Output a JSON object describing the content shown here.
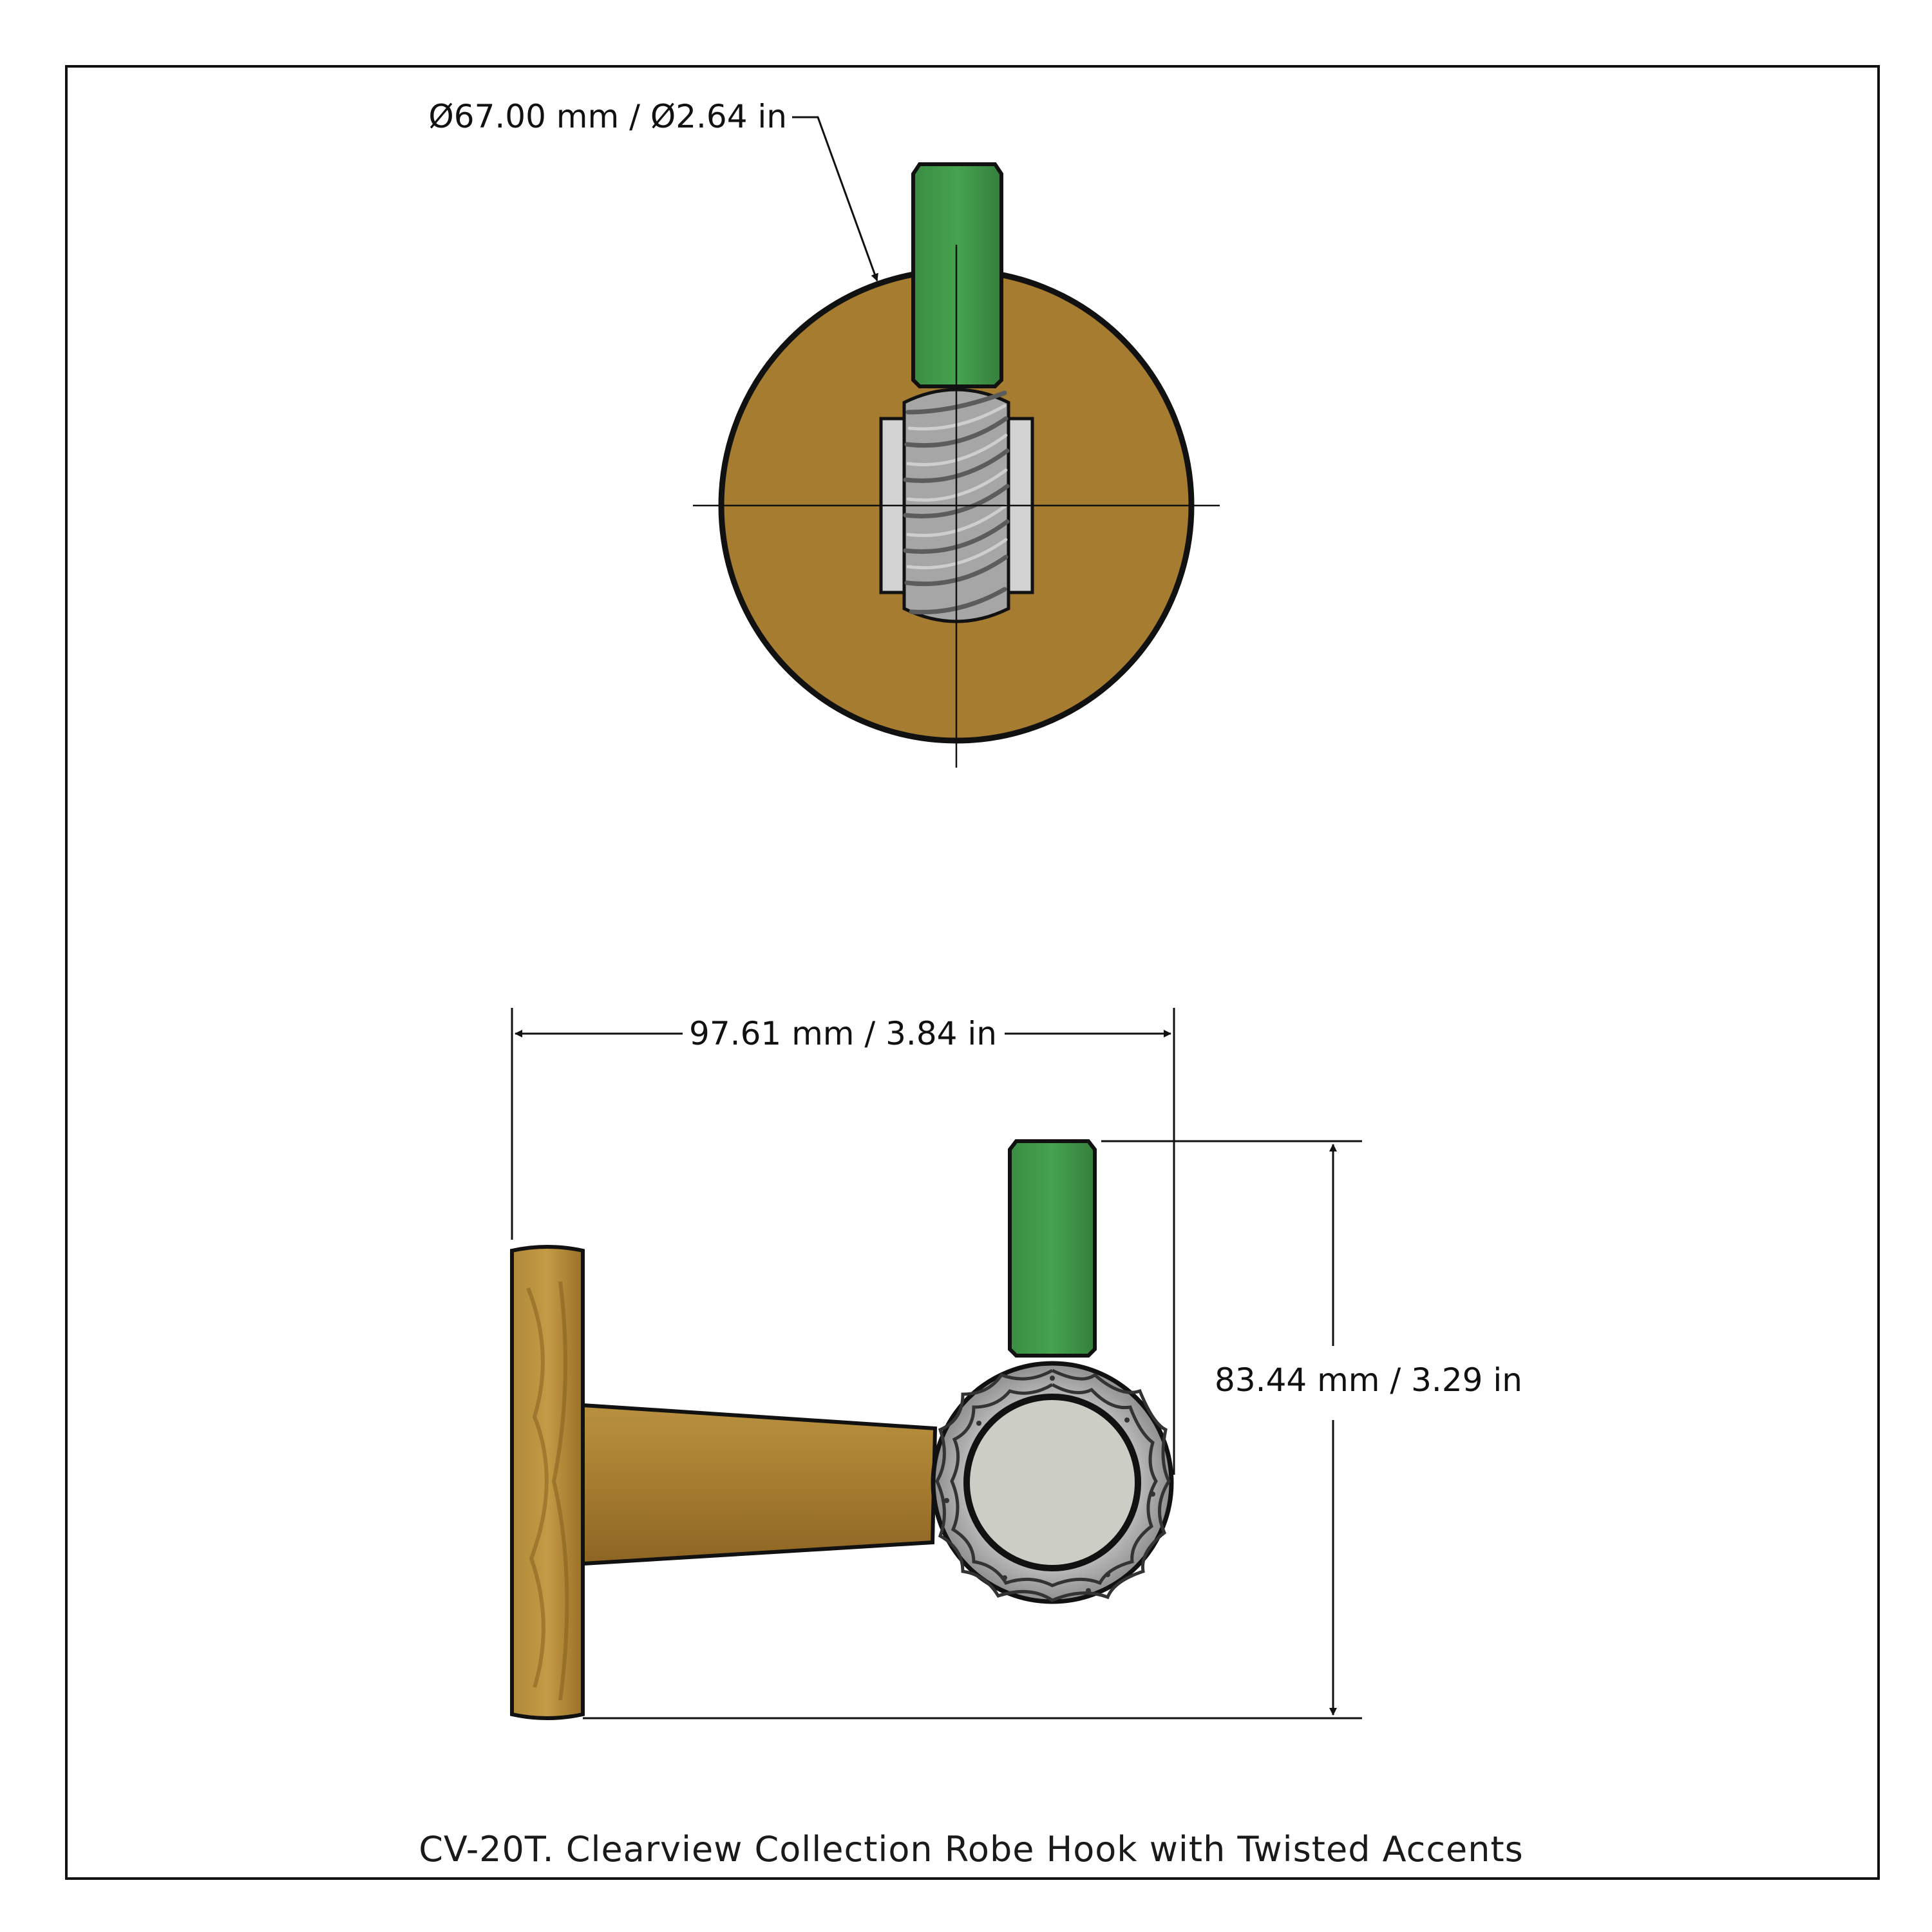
{
  "top_view": {
    "diameter_label": "Ø67.00 mm / Ø2.64 in"
  },
  "side_view": {
    "width_label": "97.61 mm / 3.84 in",
    "height_label": "83.44 mm / 3.29 in"
  },
  "caption": "CV-20T. Clearview Collection Robe Hook with Twisted Accents",
  "colors": {
    "brass": "#a57c30",
    "brass_dark": "#8a6322",
    "green_tip": "#3f9748",
    "twisted_silver": "#a9a9a9",
    "end_cap": "#cccdc5",
    "outline": "#111111"
  }
}
